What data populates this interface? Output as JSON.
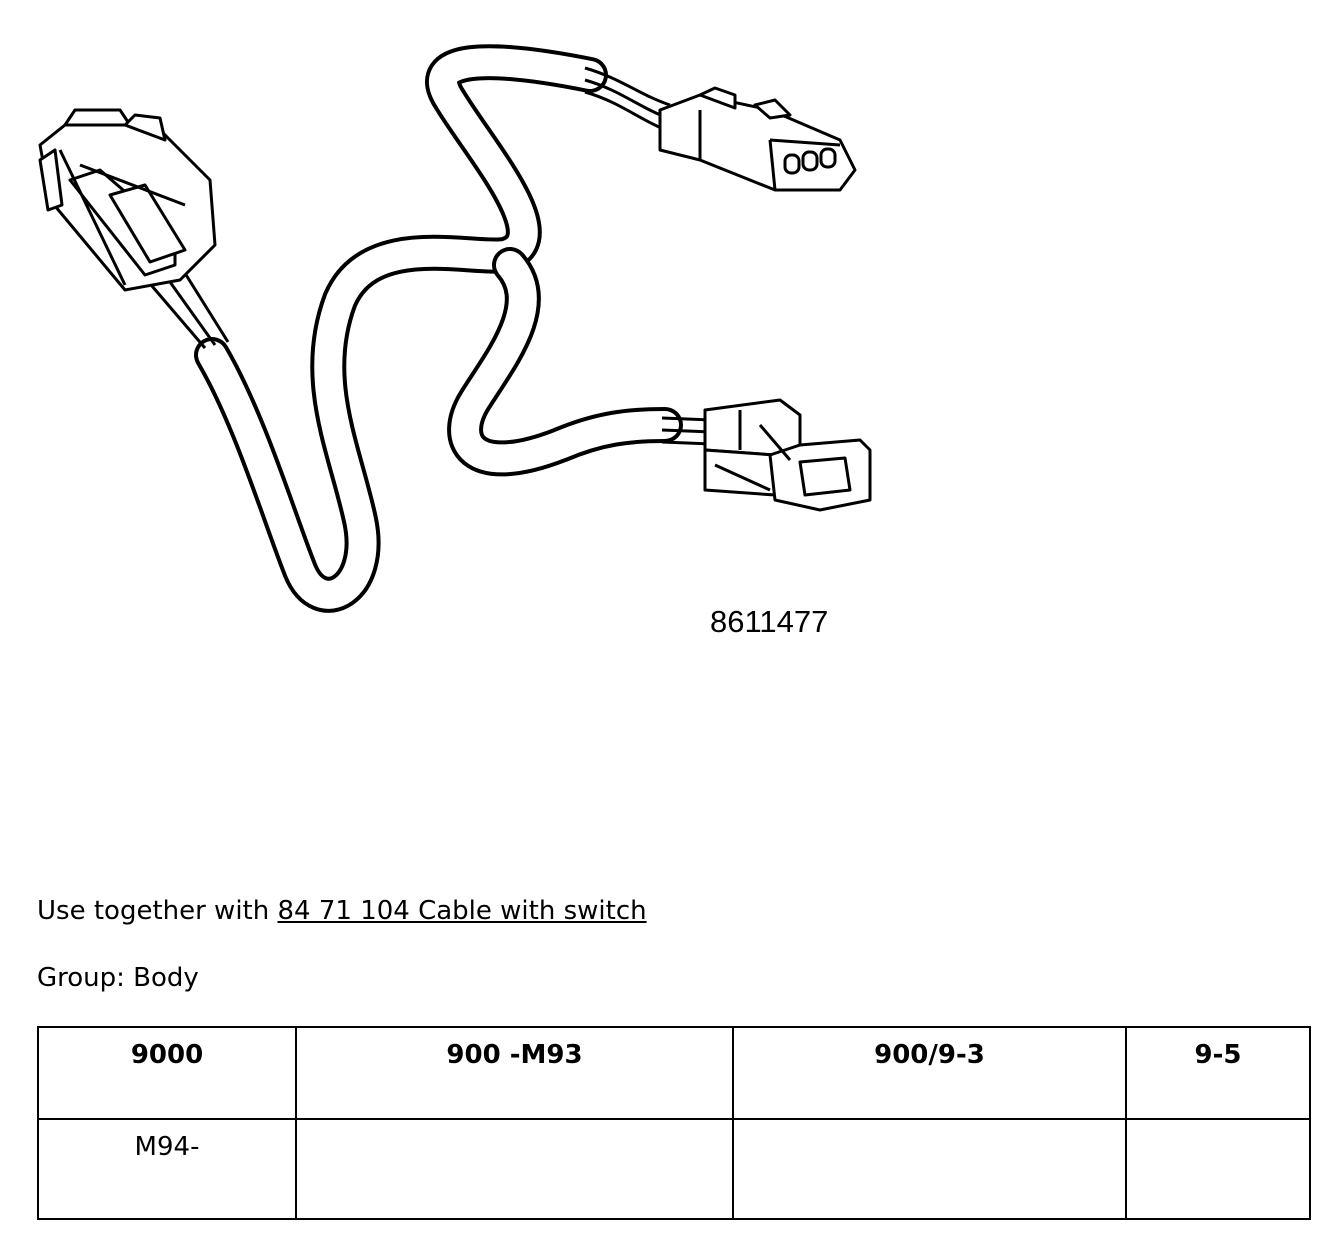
{
  "part_number": "8611477",
  "usage": {
    "prefix": "Use together with ",
    "link_text": "84 71 104 Cable with switch"
  },
  "group_line": "Group: Body",
  "models_table": {
    "headers": [
      "9000",
      "900 -M93",
      "900/9-3",
      "9-5"
    ],
    "row": [
      "M94-",
      "",
      "",
      ""
    ]
  }
}
